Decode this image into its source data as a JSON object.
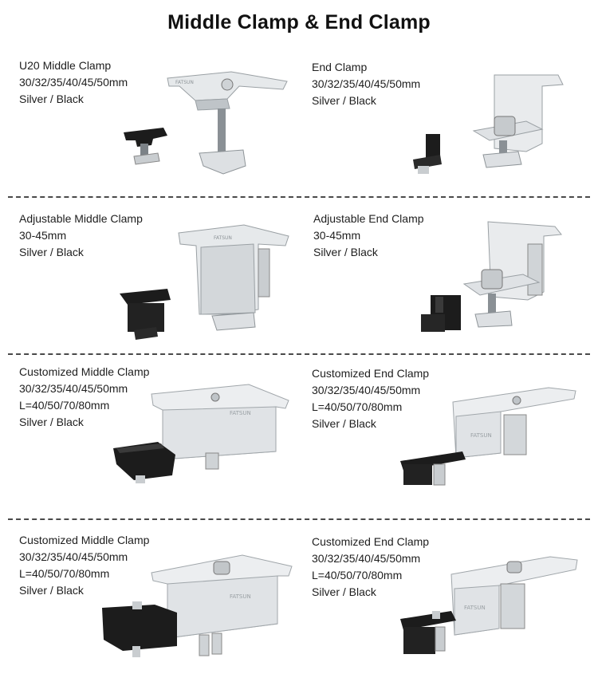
{
  "title": "Middle Clamp & End Clamp",
  "products": [
    {
      "name": "U20 Middle Clamp",
      "lines": [
        "30/32/35/40/45/50mm",
        "Silver / Black"
      ]
    },
    {
      "name": "End Clamp",
      "lines": [
        "30/32/35/40/45/50mm",
        "Silver / Black"
      ]
    },
    {
      "name": "Adjustable Middle Clamp",
      "lines": [
        "30-45mm",
        "Silver / Black"
      ]
    },
    {
      "name": "Adjustable End Clamp",
      "lines": [
        "30-45mm",
        "Silver / Black"
      ]
    },
    {
      "name": "Customized Middle Clamp",
      "lines": [
        "30/32/35/40/45/50mm",
        "L=40/50/70/80mm",
        "Silver / Black"
      ]
    },
    {
      "name": "Customized End Clamp",
      "lines": [
        "30/32/35/40/45/50mm",
        "L=40/50/70/80mm",
        "Silver / Black"
      ]
    },
    {
      "name": "Customized Middle Clamp",
      "lines": [
        "30/32/35/40/45/50mm",
        "L=40/50/70/80mm",
        "Silver / Black"
      ]
    },
    {
      "name": "Customized End Clamp",
      "lines": [
        "30/32/35/40/45/50mm",
        "L=40/50/70/80mm",
        "Silver / Black"
      ]
    }
  ],
  "brand_mark": "FATSUN",
  "colors": {
    "silver": "#e3e6e8",
    "silver_shade": "#b9bec2",
    "black": "#1c1c1c",
    "divider": "#4a4a4a"
  }
}
